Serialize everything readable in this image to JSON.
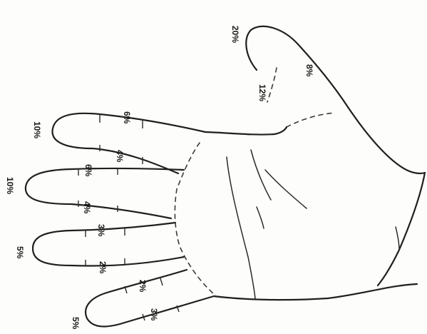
{
  "labels": {
    "thumb_tip": "20%",
    "thumb_mid": "8%",
    "thumb_base": "12%",
    "index_tip": "10%",
    "index_mid": "6%",
    "index_base": "4%",
    "middle_tip": "10%",
    "middle_mid": "6%",
    "middle_base": "4%",
    "ring_tip": "5%",
    "ring_mid": "3%",
    "ring_base": "2%",
    "little_tip": "5%",
    "little_mid": "2%",
    "little_base": "3%"
  }
}
